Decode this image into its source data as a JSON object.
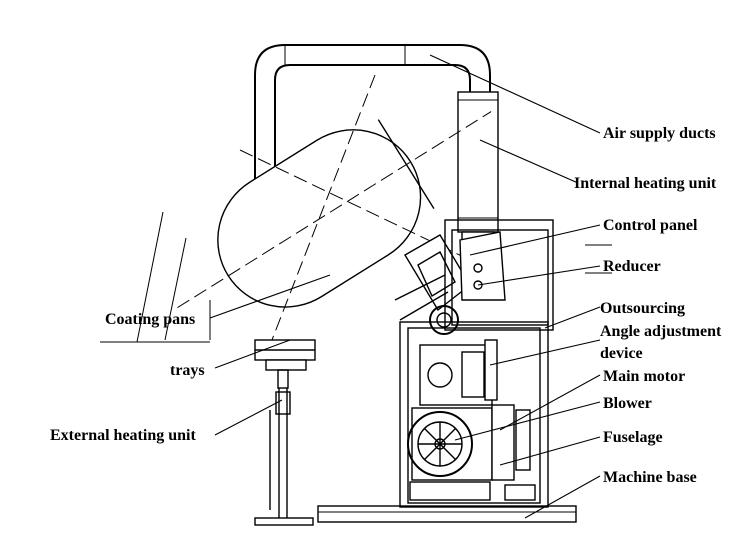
{
  "labels": {
    "air_supply_ducts": "Air supply ducts",
    "internal_heating_unit": "Internal heating unit",
    "control_panel": "Control panel",
    "reducer": "Reducer",
    "outsourcing": "Outsourcing",
    "angle_adjustment_line1": "Angle adjustment",
    "angle_adjustment_line2": "device",
    "main_motor": "Main motor",
    "blower": "Blower",
    "fuselage": "Fuselage",
    "machine_base": "Machine base",
    "coating_pans": "Coating pans",
    "trays": "trays",
    "external_heating_unit": "External heating unit"
  }
}
